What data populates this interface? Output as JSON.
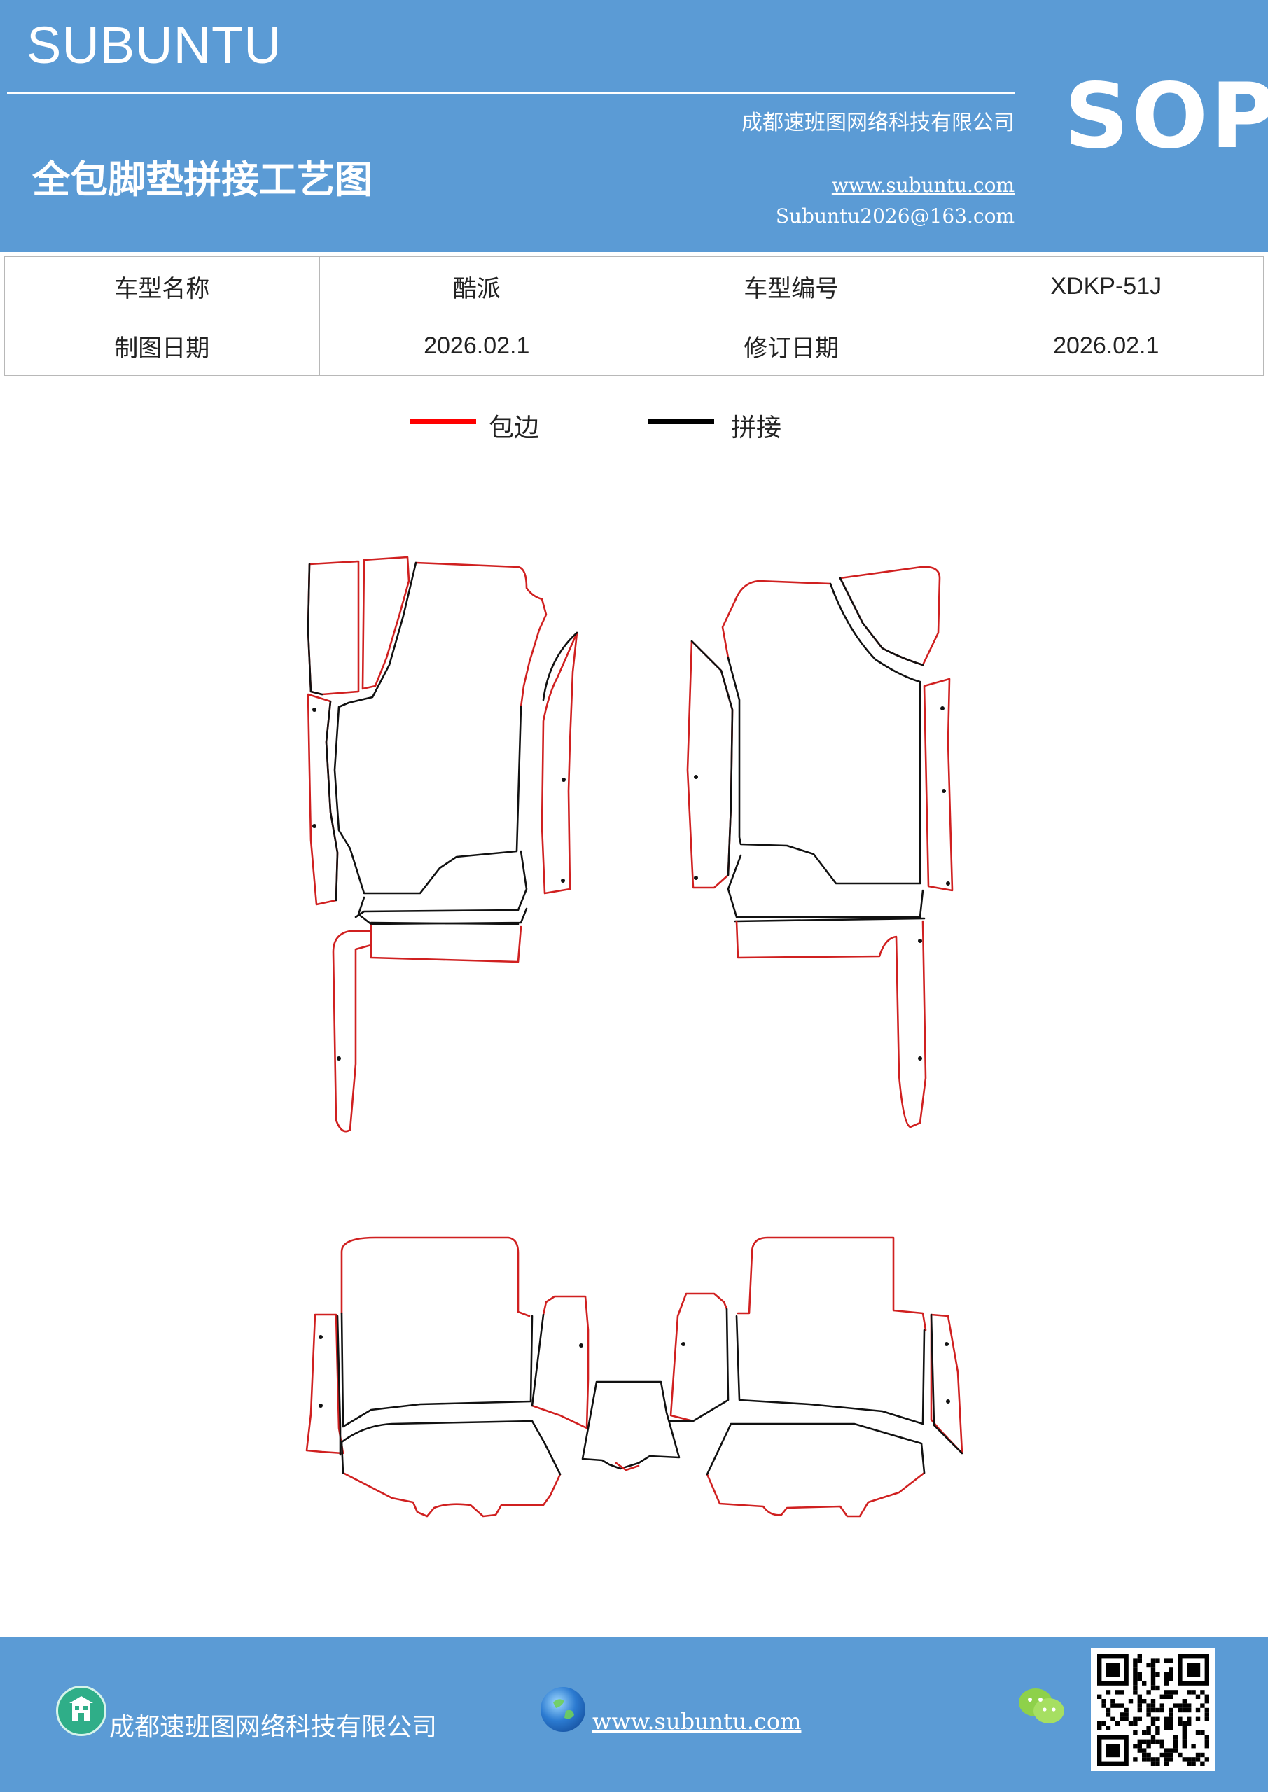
{
  "header": {
    "brand": "SUBUNTU",
    "company": "成都速班图网络科技有限公司",
    "title": "全包脚垫拼接工艺图",
    "website": "www.subuntu.com",
    "email": "Subuntu2026@163.com",
    "badge": "SOP",
    "background_color": "#5b9bd5"
  },
  "info_table": {
    "rows": [
      [
        {
          "text": "车型名称",
          "kind": "label"
        },
        {
          "text": "酷派",
          "kind": "label"
        },
        {
          "text": "车型编号",
          "kind": "label"
        },
        {
          "text": "XDKP-51J",
          "kind": "value"
        }
      ],
      [
        {
          "text": "制图日期",
          "kind": "label"
        },
        {
          "text": "2026.02.1",
          "kind": "value"
        },
        {
          "text": "修订日期",
          "kind": "label"
        },
        {
          "text": "2026.02.1",
          "kind": "value"
        }
      ]
    ]
  },
  "legend": {
    "items": [
      {
        "label": "包边",
        "color": "#ff0000"
      },
      {
        "label": "拼接",
        "color": "#000000"
      }
    ]
  },
  "footer": {
    "company": "成都速班图网络科技有限公司",
    "website": "www.subuntu.com",
    "company_icon": "building-icon",
    "web_icon": "globe-icon",
    "wechat_icon": "wechat-icon",
    "qr_icon": "qr-code-icon"
  }
}
